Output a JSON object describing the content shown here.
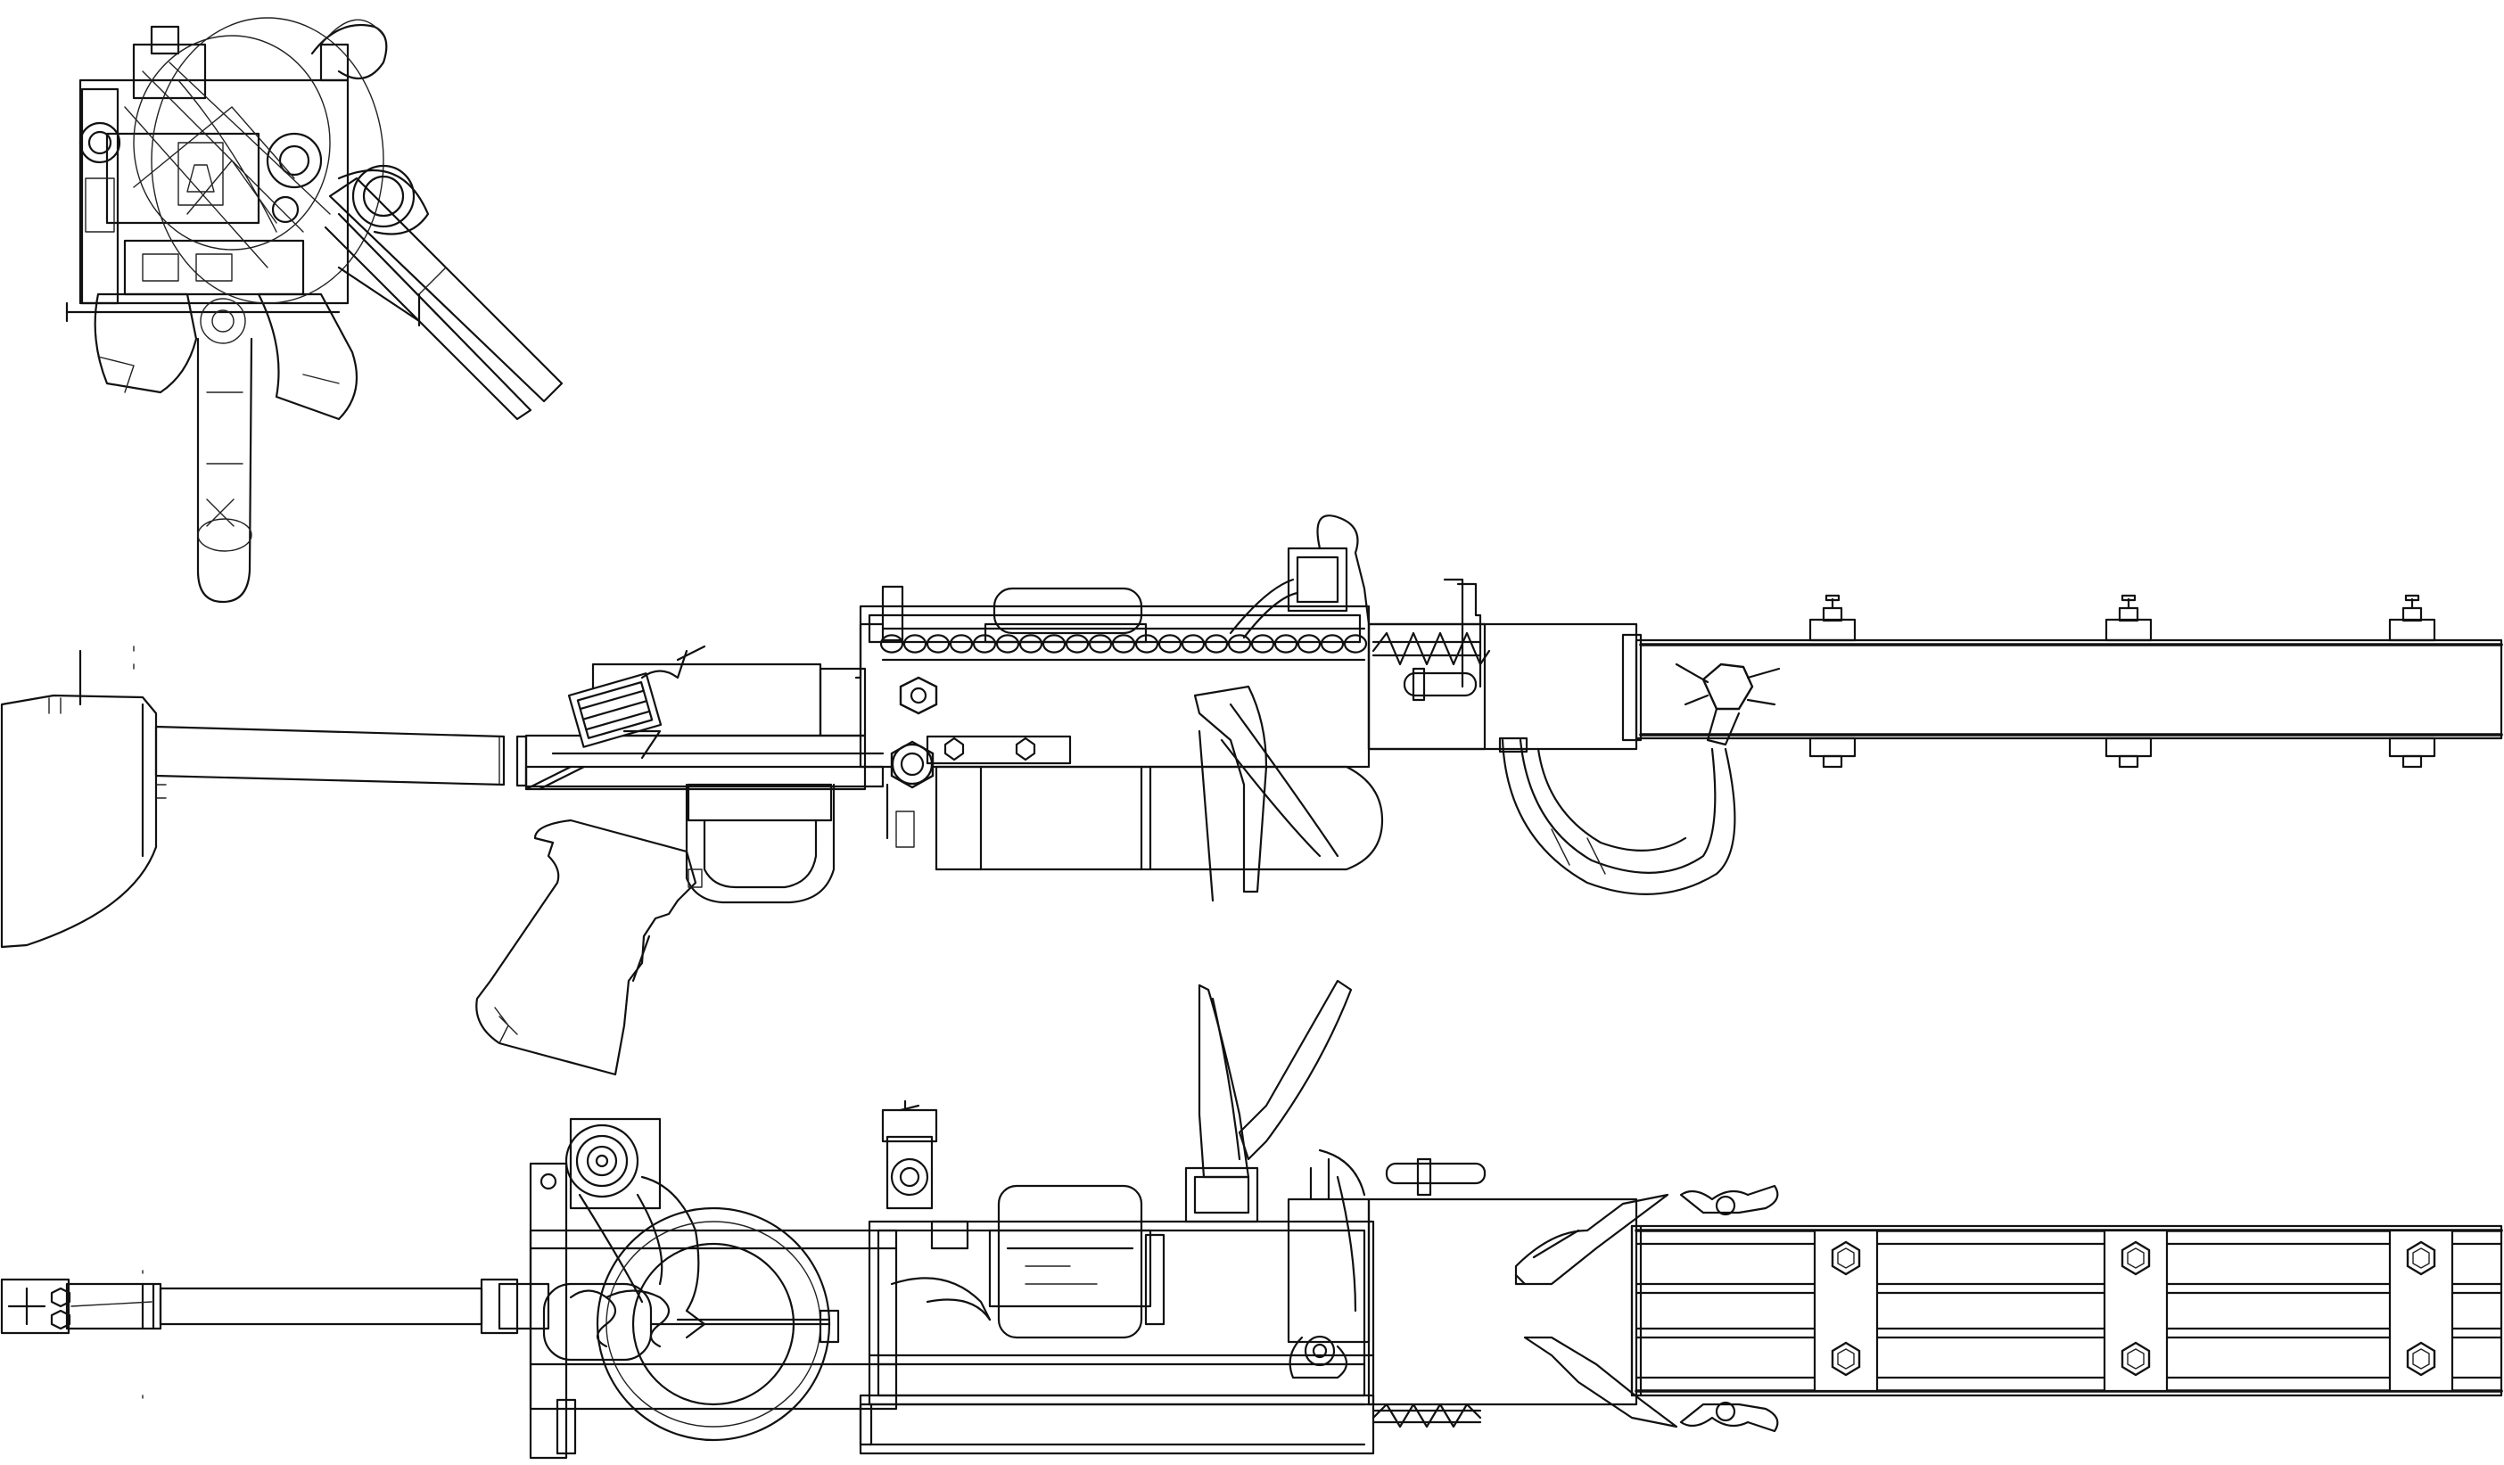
{
  "drawing": {
    "kind": "technical line drawing",
    "views": [
      {
        "id": "front-view",
        "icon": "rifle-front-view"
      },
      {
        "id": "side-view",
        "icon": "rifle-side-view"
      },
      {
        "id": "top-view",
        "icon": "rifle-top-view"
      }
    ],
    "line_color": "#111111",
    "background_color": "#ffffff"
  }
}
